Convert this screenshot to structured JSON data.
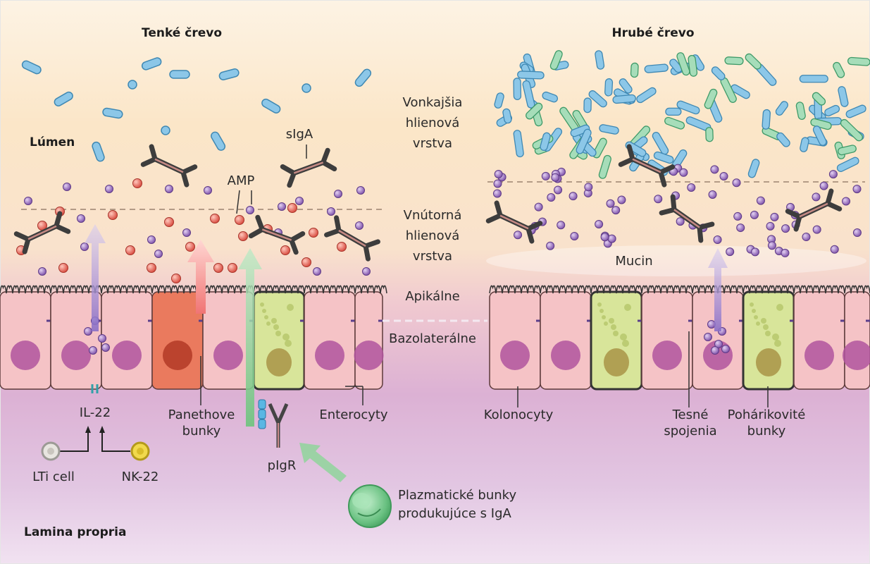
{
  "headings": {
    "small_intestine": "Tenké črevo",
    "large_intestine": "Hrubé črevo",
    "lumen": "Lúmen",
    "lamina_propria": "Lamina propria"
  },
  "zones": {
    "outer_mucus": "Vonkajšia\nhlienová\nvrstva",
    "inner_mucus": "Vnútorná\nhlienová\nvrstva",
    "apical": "Apikálne",
    "basolateral": "Bazolaterálne"
  },
  "labels": {
    "siga": "sIgA",
    "amp": "AMP",
    "mucin": "Mucin",
    "il22": "IL-22",
    "paneth": "Panethove\nbunky",
    "enterocytes": "Enterocyty",
    "colonocytes": "Kolonocyty",
    "tight_junctions": "Tesné\nspojenia",
    "goblet": "Pohárikovité\nbunky",
    "pigr": "pIgR",
    "lti": "LTi cell",
    "nk22": "NK-22",
    "plasma": "Plazmatické bunky\nprodukujúce s IgA"
  },
  "colors": {
    "lumen_top": "#fbe7c9",
    "lamina": "#d7b4d6",
    "cell_fill": "#f5c3c6",
    "paneth_fill": "#ea7a5e",
    "goblet_fill": "#d8e59a",
    "nucleus": "#b0559d",
    "bacteria_blue": "#8cc7e8",
    "bacteria_green": "#a6ddb9",
    "amp_red": "#e8685e",
    "mucin_purple": "#9a6bbd",
    "antibody": "#3d3d3d",
    "arrow_green": "#7fcb8a",
    "arrow_purple": "#a38ad0",
    "arrow_red": "#f08a8a"
  },
  "icons": [
    "rod-bacterium-icon",
    "coccus-bacterium-icon",
    "antibody-icon",
    "amp-dot-icon",
    "mucin-dot-icon",
    "plasma-cell-icon",
    "lti-cell-icon",
    "nk22-cell-icon"
  ]
}
